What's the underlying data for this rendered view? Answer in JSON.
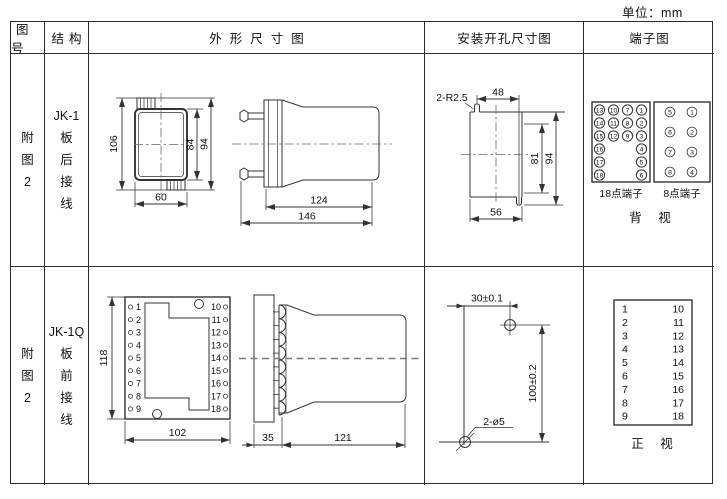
{
  "unit_label": "单位：mm",
  "header": {
    "col_figure": "图号",
    "col_structure": "结构",
    "col_outline": "外形尺寸图",
    "col_mounting": "安装开孔尺寸图",
    "col_terminal": "端子图"
  },
  "row1": {
    "figure_lines": [
      "附",
      "图",
      "2"
    ],
    "structure_lines": [
      "JK-1",
      "板",
      "后",
      "接",
      "线"
    ],
    "outline": {
      "d106": "106",
      "d84": "84",
      "d94": "94",
      "d60": "60",
      "d124": "124",
      "d146": "146"
    },
    "mounting": {
      "r_label": "2-R2.5",
      "d48": "48",
      "d81": "81",
      "d94": "94",
      "d56": "56"
    },
    "term18": {
      "label": "18点端子",
      "columns": [
        [
          "13",
          "14",
          "15",
          "16",
          "17",
          "18"
        ],
        [
          "10",
          "11",
          "12"
        ],
        [
          "7",
          "8",
          "9"
        ],
        [
          "1",
          "2",
          "3",
          "4",
          "5",
          "6"
        ]
      ]
    },
    "term8": {
      "label": "8点端子",
      "columns": [
        [
          "5",
          "6",
          "7",
          "8"
        ],
        [
          "1",
          "2",
          "3",
          "4"
        ]
      ]
    },
    "view_label": "背　视"
  },
  "row2": {
    "figure_lines": [
      "附",
      "图",
      "2"
    ],
    "structure_lines": [
      "JK-1Q",
      "板",
      "前",
      "接",
      "线"
    ],
    "outline": {
      "d118": "118",
      "d102": "102",
      "d35": "35",
      "d121": "121",
      "left_terminals": [
        "1",
        "2",
        "3",
        "4",
        "5",
        "6",
        "7",
        "8",
        "9"
      ],
      "right_terminals": [
        "10",
        "11",
        "12",
        "13",
        "14",
        "15",
        "16",
        "17",
        "18"
      ]
    },
    "mounting": {
      "d30": "30±0.1",
      "d100": "100±0.2",
      "hole_label": "2-ø5"
    },
    "terminal_table": {
      "left": [
        "1",
        "2",
        "3",
        "4",
        "5",
        "6",
        "7",
        "8",
        "9"
      ],
      "right": [
        "10",
        "11",
        "12",
        "13",
        "14",
        "15",
        "16",
        "17",
        "18"
      ]
    },
    "view_label": "正　视"
  }
}
